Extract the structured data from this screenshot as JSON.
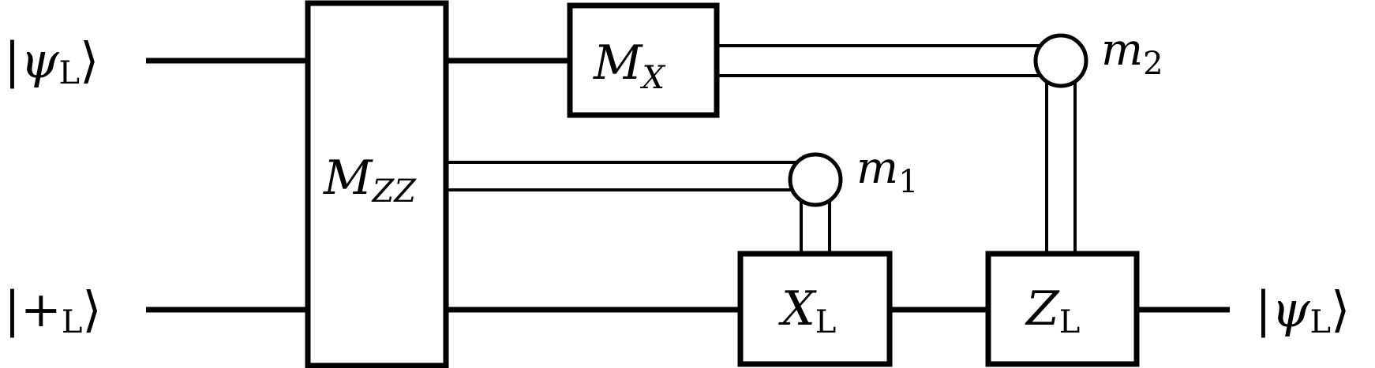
{
  "inputs": {
    "top": {
      "open": "|",
      "symbol": "ψ",
      "sub": "L",
      "close": "⟩"
    },
    "bottom": {
      "open": "|",
      "symbol": "+",
      "sub": "L",
      "close": "⟩"
    }
  },
  "output": {
    "open": "|",
    "symbol": "ψ",
    "sub": "L",
    "close": "⟩"
  },
  "gates": {
    "mzz": {
      "main": "M",
      "sub": "ZZ"
    },
    "mx": {
      "main": "M",
      "sub": "X"
    },
    "xl": {
      "main": "X",
      "sub": "L"
    },
    "zl": {
      "main": "Z",
      "sub": "L"
    }
  },
  "measurements": {
    "m1": {
      "main": "m",
      "sub": "1"
    },
    "m2": {
      "main": "m",
      "sub": "2"
    }
  }
}
